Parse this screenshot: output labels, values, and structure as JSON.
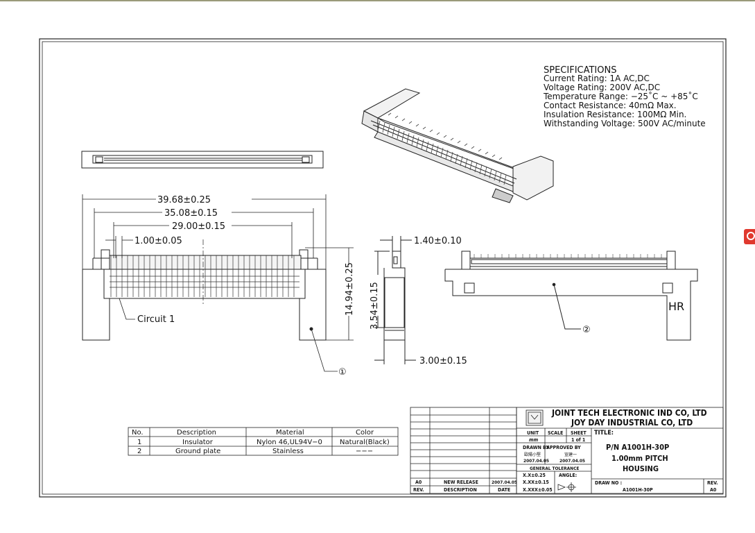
{
  "drawing": {
    "specs": {
      "heading": "SPECIFICATIONS",
      "lines": [
        "Current  Rating:  1A  AC,DC",
        "Voltage  Rating:  200V  AC,DC",
        "Temperature  Range:  −25˚C  ~  +85˚C",
        "Contact  Resistance:  40mΩ  Max.",
        "Insulation  Resistance:  100MΩ  Min.",
        "Withstanding  Voltage:  500V  AC/minute"
      ]
    },
    "dimensions": {
      "overall": "39.68±0.25",
      "outer": "35.08±0.15",
      "inner": "29.00±0.15",
      "pitch": "1.00±0.05",
      "height": "14.94±0.25",
      "depth": "3.54±0.15",
      "lead": "1.40±0.10",
      "width": "3.00±0.15"
    },
    "labels": {
      "circuit": "Circuit  1",
      "part1": "①",
      "part2": "②",
      "hr": "HR"
    },
    "bom": {
      "headers": [
        "No.",
        "Description",
        "Material",
        "Color"
      ],
      "rows": [
        [
          "1",
          "Insulator",
          "Nylon  46,UL94V−0",
          "Natural(Black)"
        ],
        [
          "2",
          "Ground  plate",
          "Stainless",
          "−−−"
        ]
      ]
    },
    "title_block": {
      "company1": "JOINT  TECH ELECTRONIC IND  CO,  LTD",
      "company2": "JOY  DAY  INDUSTRIAL  CO,  LTD",
      "unit_label": "UNIT",
      "unit_value": "mm",
      "scale_label": "SCALE",
      "sheet_label": "SHEET",
      "sheet_value": "1 of 1",
      "title_label": "TITLE:",
      "title_line1": "P/N A1001H-30P",
      "title_line2": "1.00mm PITCH",
      "title_line3": "HOUSING",
      "drawn_by_label": "DRAWN BY",
      "approved_by_label": "APPROVED BY",
      "drawn_by_name": "歐陽小堅",
      "approved_by_name": "宣建一",
      "drawn_date": "2007.04.05",
      "approved_date": "2007.04.05",
      "tolerance_label": "GENERAL  TOLERANCE",
      "tol1": "X.X±0.25",
      "tol2": "X.XX±0.15",
      "tol3": "X.XXX±0.05",
      "angle_label": "ANGLE:",
      "dwg_no_label": "DRAW NO :",
      "dwg_no_value": "A1001H-30P",
      "rev_label": "REV.",
      "rev_value": "A0",
      "rev_row": {
        "rev": "A0",
        "desc": "NEW RELEASE",
        "date": "2007.04.05"
      },
      "rev_header": {
        "rev": "REV.",
        "desc": "DESCRIPTION",
        "date": "DATE"
      }
    }
  }
}
